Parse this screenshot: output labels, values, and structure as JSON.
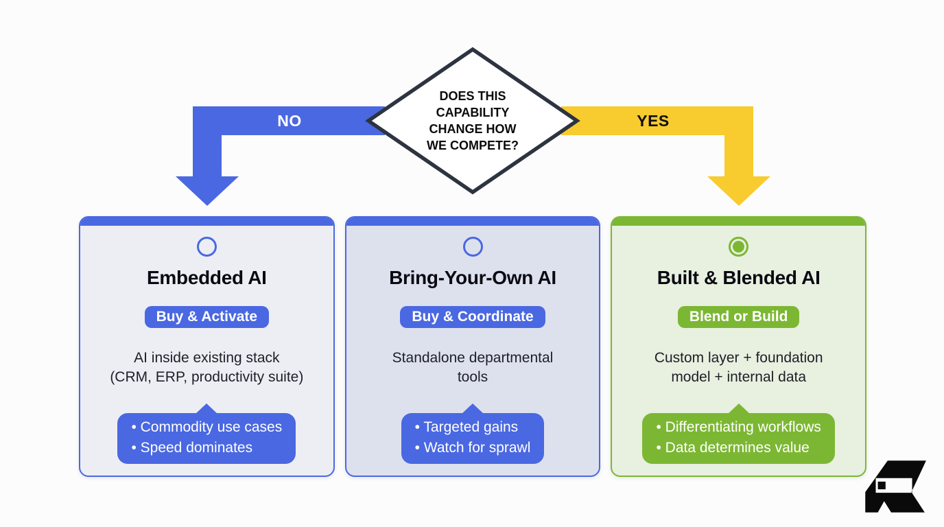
{
  "decision": {
    "question_lines": [
      "DOES THIS",
      "CAPABILITY",
      "CHANGE HOW",
      "WE COMPETE?"
    ],
    "no_label": "NO",
    "yes_label": "YES",
    "colors": {
      "no": "#4A68E1",
      "yes": "#F8CB2E",
      "diamond_border": "#2D3440",
      "diamond_fill": "#FFFFFF"
    }
  },
  "cards": [
    {
      "title": "Embedded AI",
      "pill": "Buy & Activate",
      "desc_line1": "AI inside existing stack",
      "desc_line2": "(CRM, ERP, productivity suite)",
      "bullets": [
        "• Commodity use cases",
        "• Speed dominates"
      ],
      "selected": false,
      "colors": {
        "accent": "#4A68E1",
        "body": "#EDEEF4"
      }
    },
    {
      "title": "Bring-Your-Own AI",
      "pill": "Buy & Coordinate",
      "desc_line1": "Standalone departmental",
      "desc_line2": "tools",
      "bullets": [
        "• Targeted gains",
        "• Watch for sprawl"
      ],
      "selected": false,
      "colors": {
        "accent": "#4A68E1",
        "body": "#DDE1EE"
      }
    },
    {
      "title": "Built & Blended AI",
      "pill": "Blend or Build",
      "desc_line1": "Custom layer + foundation",
      "desc_line2": "model + internal data",
      "bullets": [
        "• Differentiating workflows",
        "• Data determines value"
      ],
      "selected": true,
      "colors": {
        "accent": "#7CB733",
        "body": "#E8F0DF"
      }
    }
  ],
  "logo": {
    "name": "angular-r-logo",
    "color": "#0A0A0A"
  }
}
